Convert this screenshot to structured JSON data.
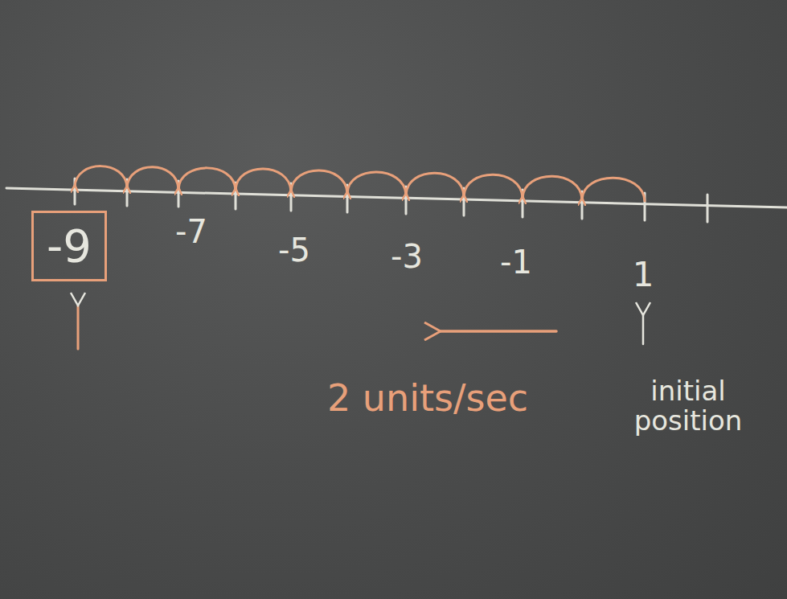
{
  "diagram": {
    "nodes": [
      {
        "text": [
          "-9"
        ]
      }
    ],
    "labels": [
      "-7",
      "-5",
      "-3",
      "-1",
      "1",
      "initial position",
      "2 units/sec"
    ]
  }
}
